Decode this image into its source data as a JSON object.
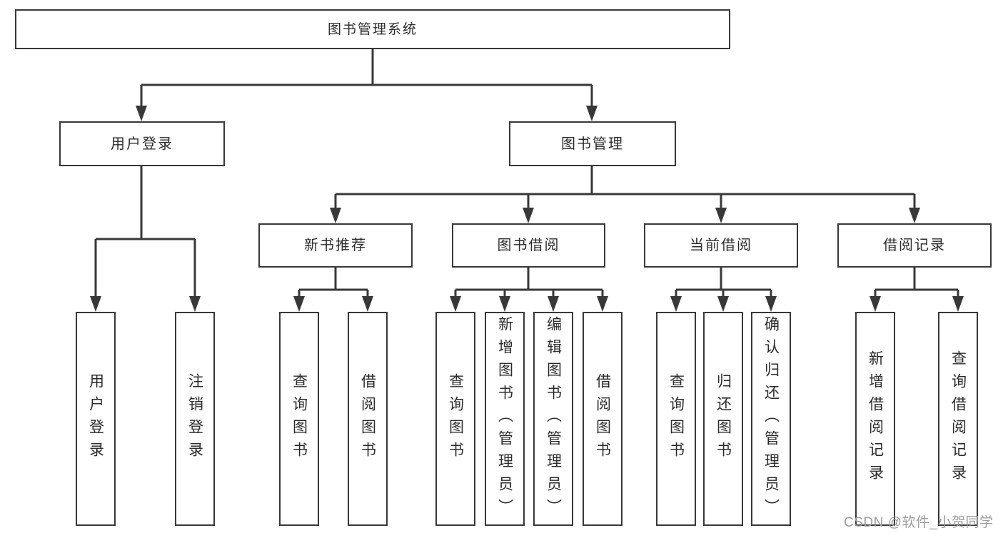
{
  "diagram_type": "functional-structure-tree",
  "watermark": "CSDN @软件_小贺同学",
  "colors": {
    "line": "#383838",
    "text": "#2b2b2b",
    "watermark": "#9c9c9c",
    "background": "#ffffff"
  },
  "tree": {
    "root": {
      "label": "图书管理系统",
      "children": [
        {
          "label": "用户登录",
          "children": [
            {
              "label": "用户登录"
            },
            {
              "label": "注销登录"
            }
          ]
        },
        {
          "label": "图书管理",
          "children": [
            {
              "label": "新书推荐",
              "children": [
                {
                  "label": "查询图书"
                },
                {
                  "label": "借阅图书"
                }
              ]
            },
            {
              "label": "图书借阅",
              "children": [
                {
                  "label": "查询图书"
                },
                {
                  "label": "新增图书（管理员）"
                },
                {
                  "label": "编辑图书（管理员）"
                },
                {
                  "label": "借阅图书"
                }
              ]
            },
            {
              "label": "当前借阅",
              "children": [
                {
                  "label": "查询图书"
                },
                {
                  "label": "归还图书"
                },
                {
                  "label": "确认归还（管理员）"
                }
              ]
            },
            {
              "label": "借阅记录",
              "children": [
                {
                  "label": "新增借阅记录"
                },
                {
                  "label": "查询借阅记录"
                }
              ]
            }
          ]
        }
      ]
    }
  }
}
